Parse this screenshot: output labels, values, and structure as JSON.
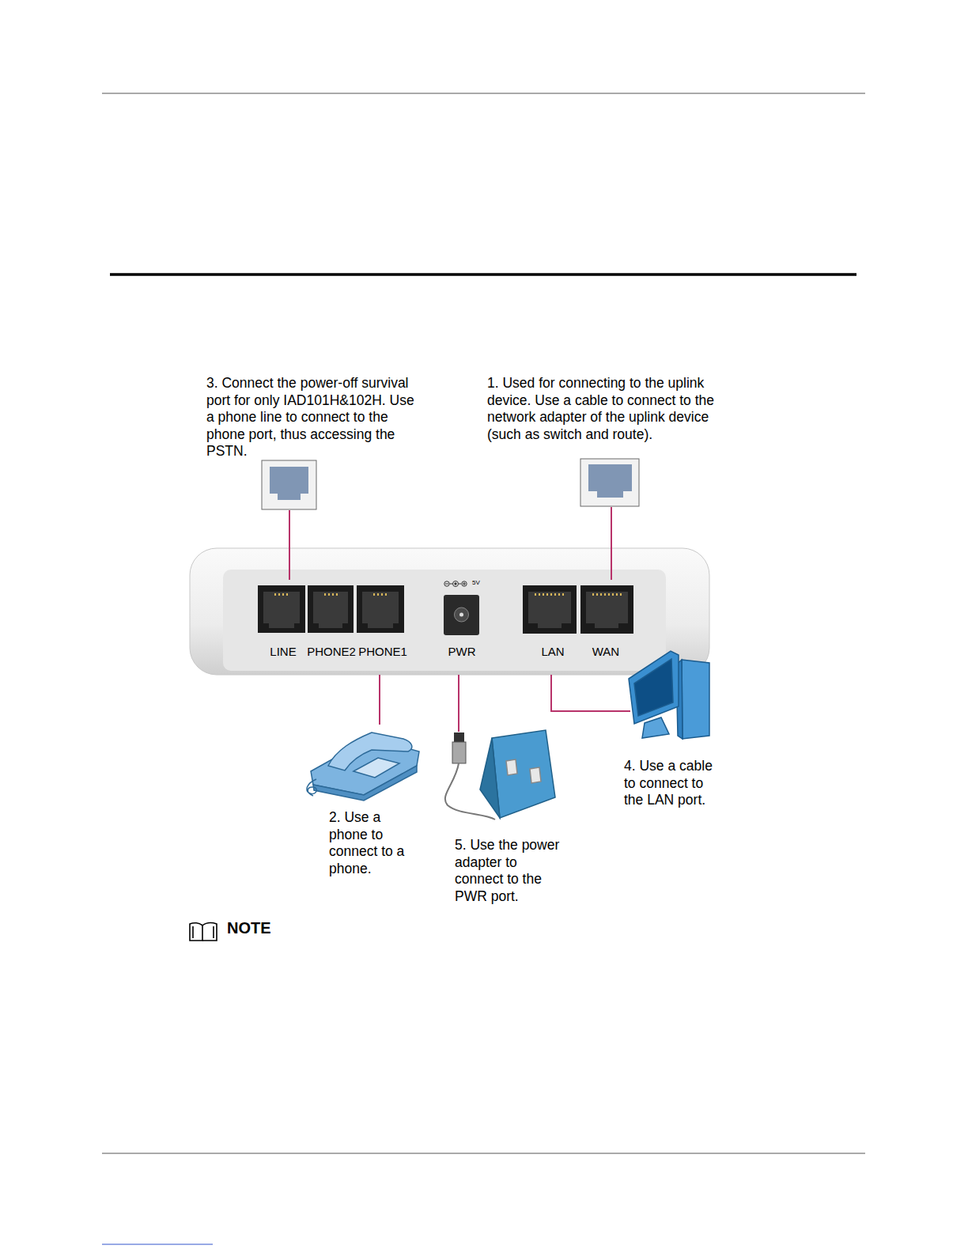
{
  "diagram": {
    "nodes": [
      {
        "text": [
          "LINE",
          "PHONE2",
          "PHONE1",
          "5V",
          "PWR",
          "LAN",
          "WAN"
        ]
      }
    ],
    "labels": [
      "3. Connect the power-off survival port for only IAD101H&102H. Use a phone line to connect to the phone port, thus accessing the PSTN.",
      "1. Used for connecting to the uplink device. Use a cable to connect to the network adapter of the uplink device (such as switch and route).",
      "2. Use a phone to connect to a phone.",
      "5. Use the power adapter to connect to the PWR port.",
      "4. Use a cable to connect to the LAN port.",
      "NOTE"
    ]
  }
}
